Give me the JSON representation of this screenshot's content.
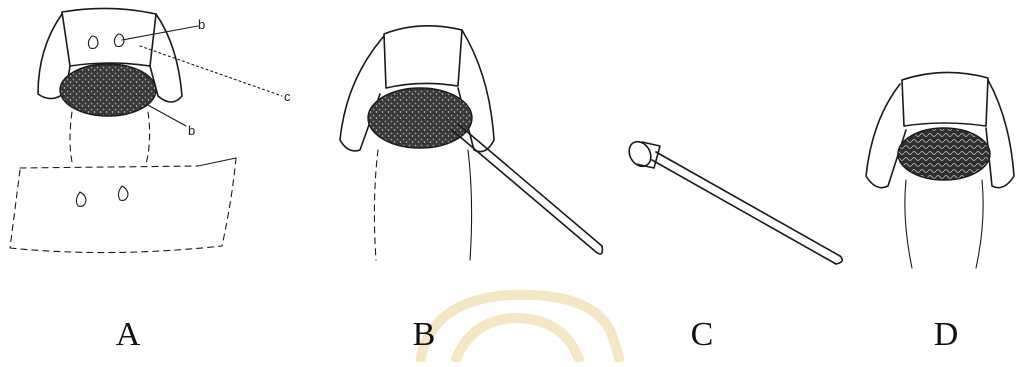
{
  "panels": [
    {
      "letter": "A"
    },
    {
      "letter": "B"
    },
    {
      "letter": "C"
    },
    {
      "letter": "D"
    }
  ],
  "callouts": {
    "upper_b": "b",
    "c": "c",
    "lower_b": "b"
  },
  "colors": {
    "ink": "#1a1a1a",
    "watermark": "#f4e3bf",
    "background": "#ffffff"
  }
}
